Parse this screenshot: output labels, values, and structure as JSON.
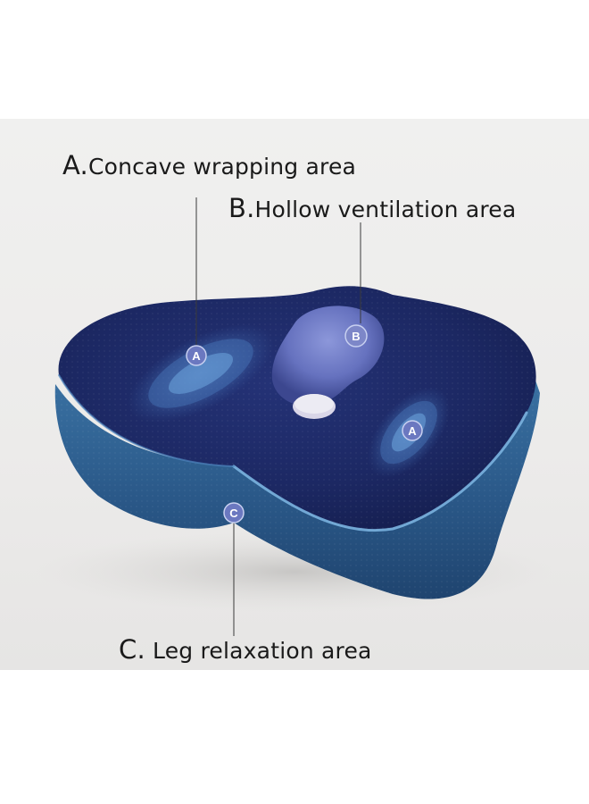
{
  "callouts": {
    "a": {
      "letter": "A.",
      "text": "Concave wrapping area"
    },
    "b": {
      "letter": "B.",
      "text": "Hollow ventilation area"
    },
    "c": {
      "letter": "C.",
      "text": " Leg relaxation area"
    }
  },
  "markers": {
    "a_left": "A",
    "a_right": "A",
    "b": "B",
    "c": "C"
  },
  "colors": {
    "background": "#ecebea",
    "cushion_top": "#1d2a66",
    "cushion_side": "#2d5f8f",
    "piping": "#6ea9d8",
    "zone_highlight": "#5b8fd0",
    "hollow": "#6b78c4"
  }
}
